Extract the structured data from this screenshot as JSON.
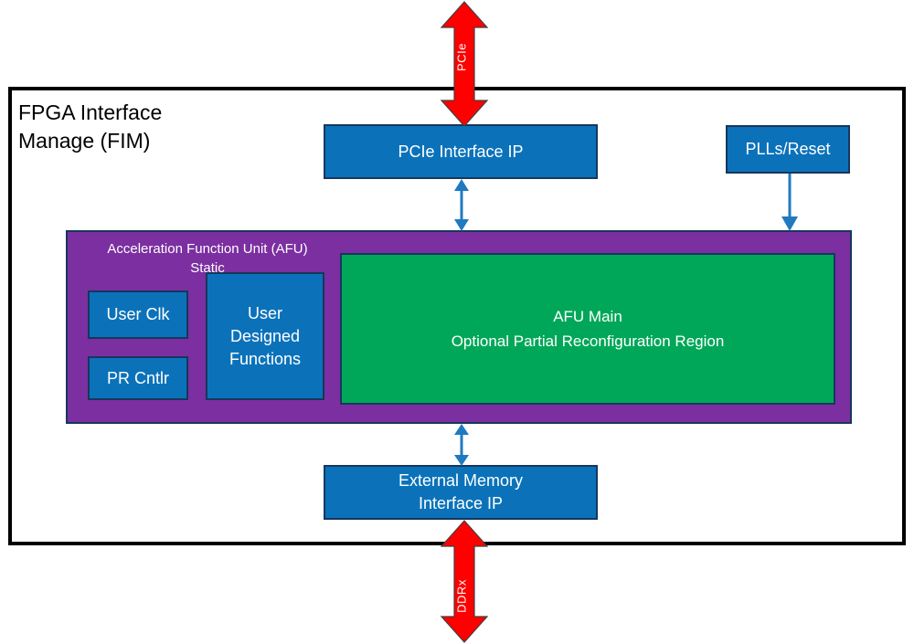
{
  "diagram": {
    "title": "FPGA Interface Manage (FIM) block diagram",
    "frame": {
      "label": "FPGA Interface\nManage (FIM)"
    },
    "blocks": [
      {
        "id": "pcie-ip",
        "label": "PCIe Interface IP",
        "color": "#0b72ba"
      },
      {
        "id": "plls-reset",
        "label": "PLLs/Reset",
        "color": "#0b72ba"
      },
      {
        "id": "afu-region",
        "label": "Acceleration Function Unit (AFU)\nStatic",
        "color": "#7b2fa0"
      },
      {
        "id": "user-clk",
        "label": "User Clk",
        "color": "#0b72ba"
      },
      {
        "id": "pr-cntlr",
        "label": "PR Cntlr",
        "color": "#0b72ba"
      },
      {
        "id": "user-designed",
        "label": "User\nDesigned\nFunctions",
        "color": "#0b72ba"
      },
      {
        "id": "afu-main",
        "label": "AFU Main\nOptional Partial Reconfiguration Region",
        "color": "#00a758"
      },
      {
        "id": "ext-mem-ip",
        "label": "External Memory\nInterface IP",
        "color": "#0b72ba"
      }
    ],
    "external_arrows": [
      {
        "id": "pcie-arrow",
        "label": "PCIe",
        "color": "#ff0000",
        "direction": "bidirectional",
        "position": "top"
      },
      {
        "id": "ddrx-arrow",
        "label": "DDRx",
        "color": "#ff0000",
        "direction": "bidirectional",
        "position": "bottom"
      }
    ],
    "connectors": [
      {
        "id": "pcie-to-afu",
        "from": "pcie-ip",
        "to": "afu-region",
        "direction": "bidirectional",
        "color": "#1f7ac0"
      },
      {
        "id": "plls-to-afu",
        "from": "plls-reset",
        "to": "afu-region",
        "direction": "down",
        "color": "#1f7ac0"
      },
      {
        "id": "afu-to-extmem",
        "from": "afu-region",
        "to": "ext-mem-ip",
        "direction": "bidirectional",
        "color": "#1f7ac0"
      }
    ],
    "colors": {
      "blue": "#0b72ba",
      "green": "#00a758",
      "purple": "#7b2fa0",
      "red": "#ff0000",
      "arrow_blue": "#1f7ac0",
      "outline": "#17365d",
      "frame": "#000000",
      "background": "#ffffff"
    }
  }
}
